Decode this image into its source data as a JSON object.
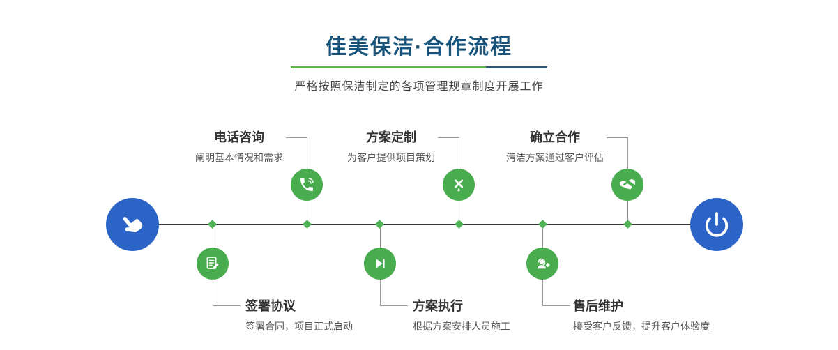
{
  "header": {
    "title": "佳美保洁·合作流程",
    "subtitle": "严格按照保洁制定的各项管理规章制度开展工作"
  },
  "timeline": {
    "start_icon": "pointing-hand-icon",
    "end_icon": "power-icon",
    "colors": {
      "green": "#49ad4f",
      "blue": "#2b63c7",
      "title_blue": "#17537a",
      "divider_green": "#5fb245",
      "divider_blue": "#2f5577"
    },
    "steps_top": [
      {
        "label": "电话咨询",
        "desc": "阐明基本情况和需求",
        "icon": "phone-icon"
      },
      {
        "label": "方案定制",
        "desc": "为客户提供项目策划",
        "icon": "design-pencil-icon"
      },
      {
        "label": "确立合作",
        "desc": "清洁方案通过客户评估",
        "icon": "handshake-icon"
      }
    ],
    "steps_bottom": [
      {
        "label": "签署协议",
        "desc": "签署合同，项目正式启动",
        "icon": "contract-icon"
      },
      {
        "label": "方案执行",
        "desc": "根据方案安排人员施工",
        "icon": "play-icon"
      },
      {
        "label": "售后维护",
        "desc": "接受客户反馈，提升客户体验度",
        "icon": "headset-icon"
      }
    ]
  }
}
